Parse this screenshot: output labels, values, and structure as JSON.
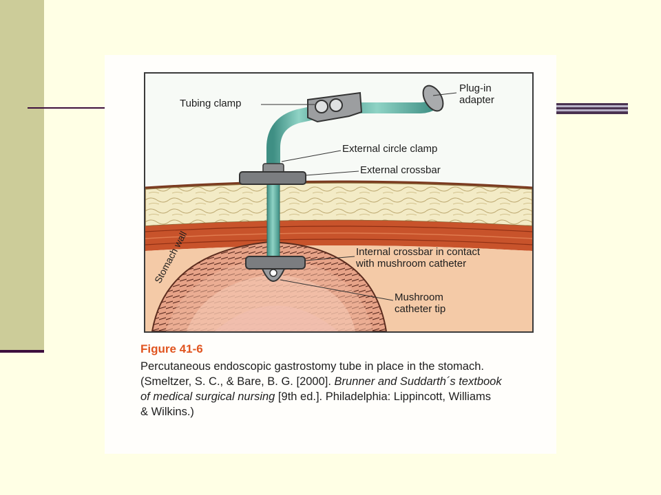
{
  "slide": {
    "colors": {
      "background": "#ffffe5",
      "sidebar": "#cccc99",
      "rule": "#3d0f3d",
      "accent_figure_number": "#e0541f"
    }
  },
  "figure": {
    "labels": {
      "tubing_clamp": "Tubing clamp",
      "plug_in_adapter": "Plug-in\nadapter",
      "external_circle_clamp": "External circle clamp",
      "external_crossbar": "External crossbar",
      "internal_crossbar": "Internal crossbar in contact\nwith mushroom catheter",
      "stomach_wall": "Stomach wall",
      "mushroom_catheter_tip": "Mushroom\ncatheter tip"
    },
    "colors": {
      "tube": "#6cbcae",
      "clamp": "#8d8f91",
      "fat": "#f3ebc6",
      "muscle": "#c8532b",
      "stomach": "#e9a88e"
    }
  },
  "caption": {
    "number": "Figure 41-6",
    "line1": "Percutaneous endoscopic gastrostomy tube in place in the stomach.",
    "citation_prefix": "(Smeltzer, S. C., & Bare, B. G. [2000]. ",
    "book_title_a": "Brunner and Suddarth´s textbook",
    "book_title_b": "of medical surgical nursing",
    "citation_suffix_a": " [9th ed.]. Philadelphia: Lippincott, Williams",
    "citation_suffix_b": "& Wilkins.)"
  }
}
